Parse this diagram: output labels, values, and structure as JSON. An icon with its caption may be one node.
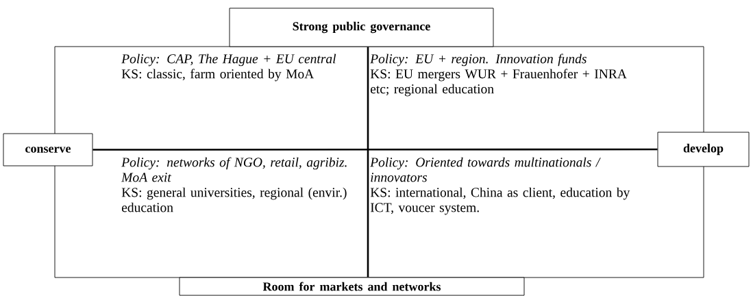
{
  "diagram": {
    "nodes": [
      {
        "text": [
          "Strong public governance"
        ]
      },
      {
        "text": [
          "conserve"
        ]
      },
      {
        "text": [
          "develop"
        ]
      },
      {
        "text": [
          "Room for markets and networks"
        ]
      }
    ],
    "edges": [
      {
        "from": 1,
        "to": 2,
        "arrow": "none"
      },
      {
        "from": 0,
        "to": 3,
        "arrow": "none"
      }
    ],
    "labels": [
      "Policy: CAP, The Hague + EU central",
      "KS: classic, farm oriented by MoA",
      "Policy: EU + region. Innovation funds",
      "KS: EU mergers WUR + Frauenhofer + INRA etc; regional education",
      "Policy: networks of NGO, retail, agribiz. MoA exit",
      "KS: general universities, regional (envir.) education",
      "Policy: Oriented towards multinationals / innovators",
      "KS: international, China as client, education by ICT, voucer system."
    ]
  }
}
